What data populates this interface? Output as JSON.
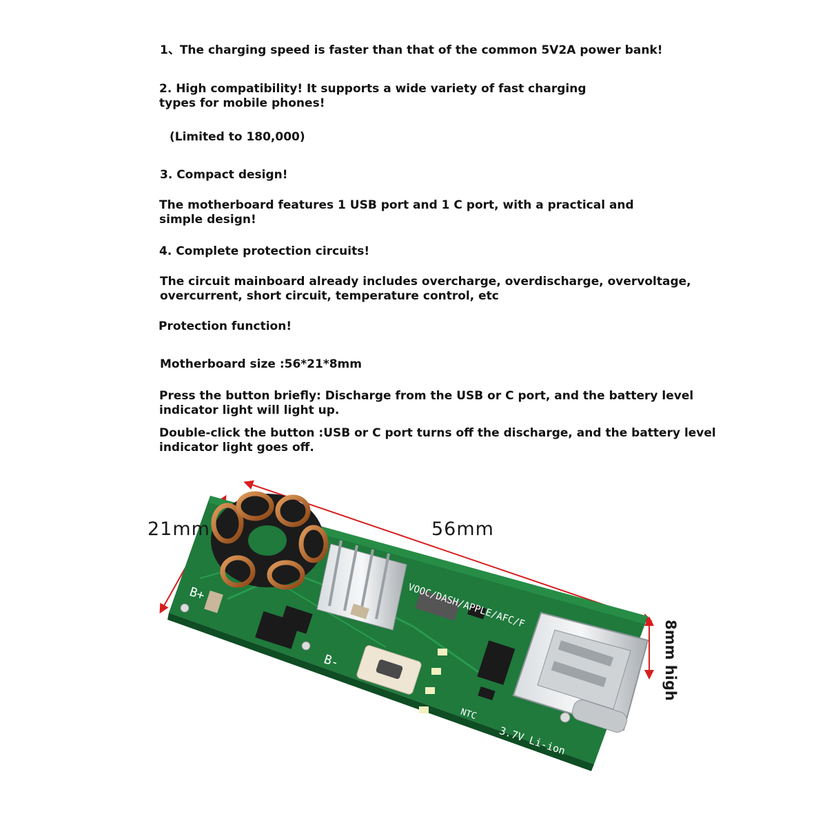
{
  "specs": {
    "line1": "1、The charging speed is faster than that of the common 5V2A power bank!",
    "line2": "2. High compatibility! It supports a wide variety of fast charging\ntypes for mobile phones!",
    "line3": "(Limited to 180,000)",
    "line4": "3. Compact design!",
    "line5": "The motherboard features 1 USB port and 1 C port, with a practical and\nsimple design!",
    "line6": "4. Complete protection circuits!",
    "line7": "The circuit mainboard already includes overcharge, overdischarge, overvoltage,\novercurrent, short circuit, temperature control, etc",
    "line8": "Protection function!",
    "line9": "Motherboard size :56*21*8mm",
    "line10": "Press the button briefly: Discharge from the USB or C port, and the battery level\nindicator light will light up.",
    "line11": "Double-click the button :USB or C port turns off the discharge, and the battery level\nindicator light goes off."
  },
  "dimensions": {
    "width_label": "21mm",
    "length_label": "56mm",
    "height_label": "8mm high"
  },
  "board_silkscreen": {
    "b_plus": "B+",
    "b_minus": "B-",
    "protocols": "VOOC/DASH/APPLE/AFC/F",
    "ntc": "NTC",
    "battery": "3.7V Li-ion"
  },
  "colors": {
    "pcb_green": "#1f7a3c",
    "arrow_red": "#d81e1e",
    "copper": "#b8652a"
  }
}
